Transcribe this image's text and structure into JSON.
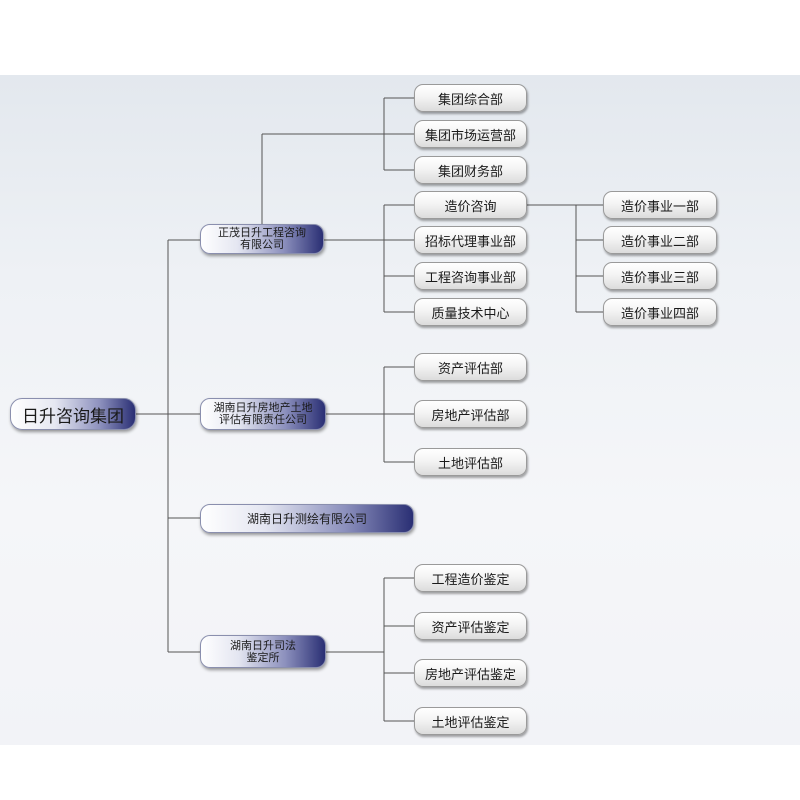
{
  "root": {
    "label": "日升咨询集团"
  },
  "companies": [
    {
      "label": "正茂日升工程咨询\n有限公司",
      "departments": [
        {
          "label": "集团综合部"
        },
        {
          "label": "集团市场运营部"
        },
        {
          "label": "集团财务部"
        },
        {
          "label": "造价咨询",
          "sub": [
            "造价事业一部",
            "造价事业二部",
            "造价事业三部",
            "造价事业四部"
          ]
        },
        {
          "label": "招标代理事业部"
        },
        {
          "label": "工程咨询事业部"
        },
        {
          "label": "质量技术中心"
        }
      ]
    },
    {
      "label": "湖南日升房地产土地\n评估有限责任公司",
      "departments": [
        {
          "label": "资产评估部"
        },
        {
          "label": "房地产评估部"
        },
        {
          "label": "土地评估部"
        }
      ]
    },
    {
      "label": "湖南日升测绘有限公司",
      "departments": []
    },
    {
      "label": "湖南日升司法\n鉴定所",
      "departments": [
        {
          "label": "工程造价鉴定"
        },
        {
          "label": "资产评估鉴定"
        },
        {
          "label": "房地产评估鉴定"
        },
        {
          "label": "土地评估鉴定"
        }
      ]
    }
  ],
  "colors": {
    "line": "#555555",
    "node_dark": "#2a2f74",
    "pill_border": "#9a9a9a"
  }
}
